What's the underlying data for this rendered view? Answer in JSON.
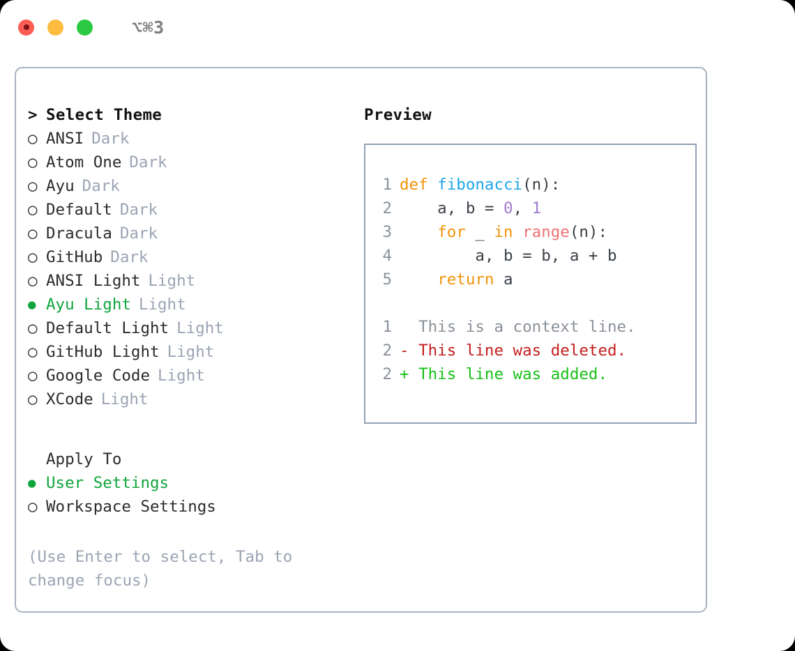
{
  "window": {
    "title": "⌥⌘3",
    "traffic_lights": [
      "close-red",
      "minimize-yellow",
      "maximize-green"
    ]
  },
  "colors": {
    "accent_green": "#10A53C",
    "muted": "#9BA4B4",
    "border": "#AAB2BF",
    "preview_border": "#93A1B5",
    "keyword_orange": "#F2940A",
    "function_blue": "#1CA6E8",
    "number_purple": "#A37ACC",
    "builtin_red": "#F07171",
    "diff_deleted": "#C41E1E",
    "diff_added": "#18C018",
    "line_number": "#8A9199"
  },
  "theme_list": {
    "header_marker": ">",
    "header": "Select Theme",
    "unselected_marker": "○",
    "selected_marker": "●",
    "items": [
      {
        "label": "ANSI",
        "variant": "Dark",
        "selected": false
      },
      {
        "label": "Atom One",
        "variant": "Dark",
        "selected": false
      },
      {
        "label": "Ayu",
        "variant": "Dark",
        "selected": false
      },
      {
        "label": "Default",
        "variant": "Dark",
        "selected": false
      },
      {
        "label": "Dracula",
        "variant": "Dark",
        "selected": false
      },
      {
        "label": "GitHub",
        "variant": "Dark",
        "selected": false
      },
      {
        "label": "ANSI Light",
        "variant": "Light",
        "selected": false
      },
      {
        "label": "Ayu Light",
        "variant": "Light",
        "selected": true
      },
      {
        "label": "Default Light",
        "variant": "Light",
        "selected": false
      },
      {
        "label": "GitHub Light",
        "variant": "Light",
        "selected": false
      },
      {
        "label": "Google Code",
        "variant": "Light",
        "selected": false
      },
      {
        "label": "XCode",
        "variant": "Light",
        "selected": false
      }
    ]
  },
  "apply_to": {
    "header": "Apply To",
    "items": [
      {
        "label": "User Settings",
        "selected": true
      },
      {
        "label": "Workspace Settings",
        "selected": false
      }
    ]
  },
  "hint": "(Use Enter to select, Tab to change focus)",
  "preview": {
    "title": "Preview",
    "code": [
      {
        "num": "1",
        "tokens": [
          {
            "text": "def ",
            "cls": "t-kw"
          },
          {
            "text": "fibonacci",
            "cls": "t-fn"
          },
          {
            "text": "(n):",
            "cls": "t-txt"
          }
        ]
      },
      {
        "num": "2",
        "tokens": [
          {
            "text": "    a, b = ",
            "cls": "t-txt"
          },
          {
            "text": "0",
            "cls": "t-num"
          },
          {
            "text": ", ",
            "cls": "t-txt"
          },
          {
            "text": "1",
            "cls": "t-num"
          }
        ]
      },
      {
        "num": "3",
        "tokens": [
          {
            "text": "    ",
            "cls": "t-txt"
          },
          {
            "text": "for",
            "cls": "t-kw"
          },
          {
            "text": " _ ",
            "cls": "t-txt"
          },
          {
            "text": "in",
            "cls": "t-kw"
          },
          {
            "text": " ",
            "cls": "t-txt"
          },
          {
            "text": "range",
            "cls": "t-bi"
          },
          {
            "text": "(n):",
            "cls": "t-txt"
          }
        ]
      },
      {
        "num": "4",
        "tokens": [
          {
            "text": "        a, b = b, a + b",
            "cls": "t-txt"
          }
        ]
      },
      {
        "num": "5",
        "tokens": [
          {
            "text": "    ",
            "cls": "t-txt"
          },
          {
            "text": "return",
            "cls": "t-kw"
          },
          {
            "text": " a",
            "cls": "t-txt"
          }
        ]
      }
    ],
    "diff": [
      {
        "num": "1",
        "prefix": "  ",
        "text": "This is a context line.",
        "cls": "t-ctx"
      },
      {
        "num": "2",
        "prefix": "- ",
        "text": "This line was deleted.",
        "cls": "t-del"
      },
      {
        "num": "2",
        "prefix": "+ ",
        "text": "This line was added.",
        "cls": "t-add"
      }
    ]
  }
}
